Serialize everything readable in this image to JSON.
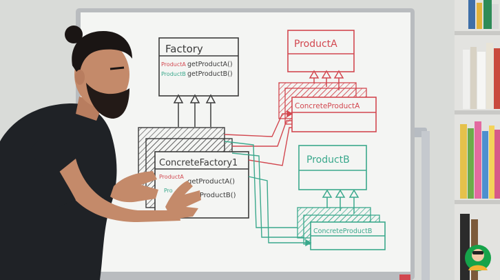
{
  "whiteboard": {
    "factory": {
      "title": "Factory",
      "method_a_return": "ProductA",
      "method_a_name": "getProductA()",
      "method_b_return": "ProductB",
      "method_b_name": "getProductB()"
    },
    "concrete_factory": {
      "title": "ConcreteFactory1",
      "method_a_return": "ProductA",
      "method_a_name": "getProductA()",
      "method_b_return": "Pro",
      "method_b_name": "tProductB()"
    },
    "product_a": {
      "title": "ProductA"
    },
    "concrete_product_a": {
      "title": "ConcreteProductA"
    },
    "product_b": {
      "title": "ProductB"
    },
    "concrete_product_b": {
      "title": "ConcreteProductB"
    }
  },
  "colors": {
    "wall": "#d9dbd8",
    "board": "#f4f5f3",
    "frame": "#b9bcbf",
    "ink_black": "#3a3a3a",
    "ink_red": "#d2474f",
    "ink_green": "#3aa88c",
    "shirt": "#1f2226",
    "skin": "#c48a6a",
    "badge": "#16a34a"
  },
  "icons": {
    "channel_badge": "cartoon-avatar-icon"
  }
}
